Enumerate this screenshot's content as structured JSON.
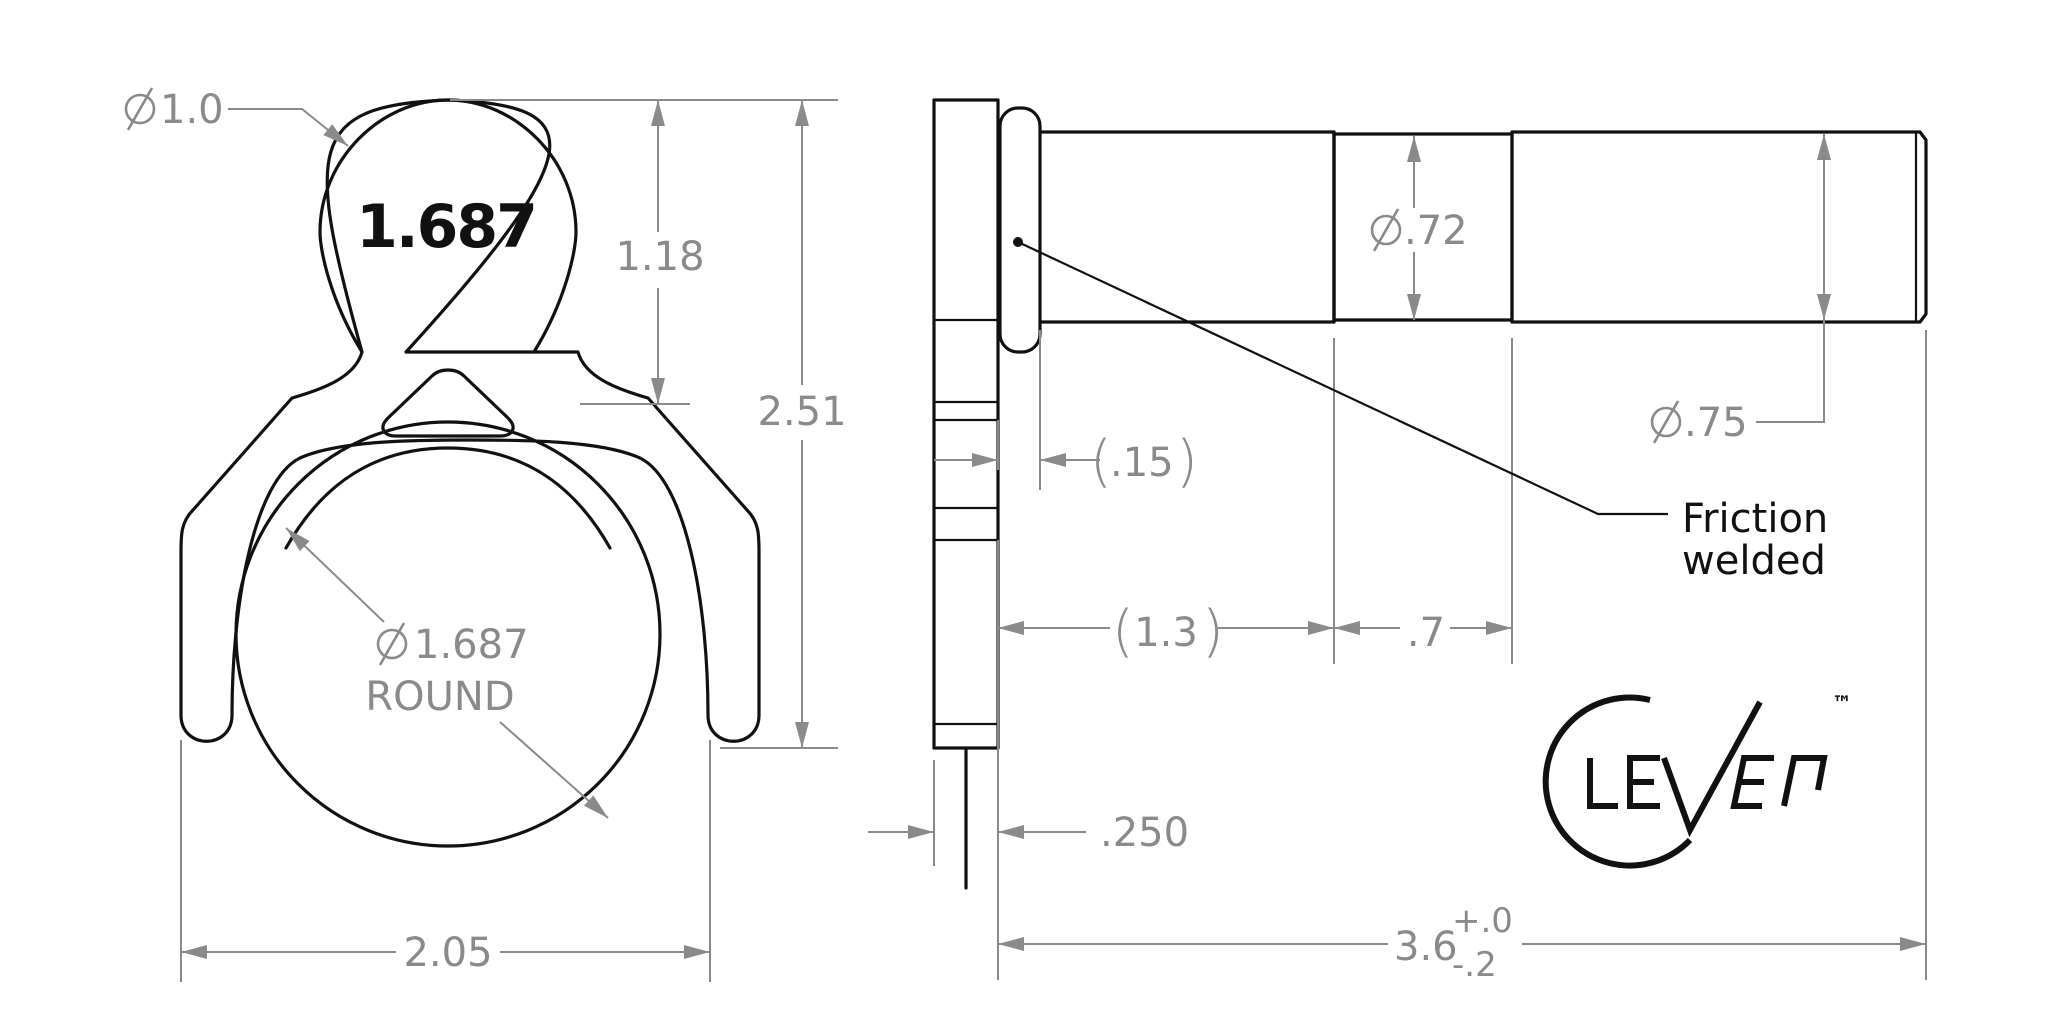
{
  "engraving": "1.687",
  "dims": {
    "head_diameter": "1.0",
    "head_height": "1.18",
    "total_height": "2.51",
    "bore_diameter": "1.687",
    "bore_note": "ROUND",
    "total_width": "2.05",
    "shaft_diameter_small": ".72",
    "shaft_diameter": ".75",
    "collar_width": ".15",
    "shaft_section": "1.3",
    "neck_length": ".7",
    "plate_thickness": ".250",
    "overall_length": "3.6",
    "tol_plus": "+.0",
    "tol_minus": "-.2"
  },
  "note": {
    "line1": "Friction",
    "line2": "welded"
  },
  "logo": {
    "trademark": "™"
  }
}
